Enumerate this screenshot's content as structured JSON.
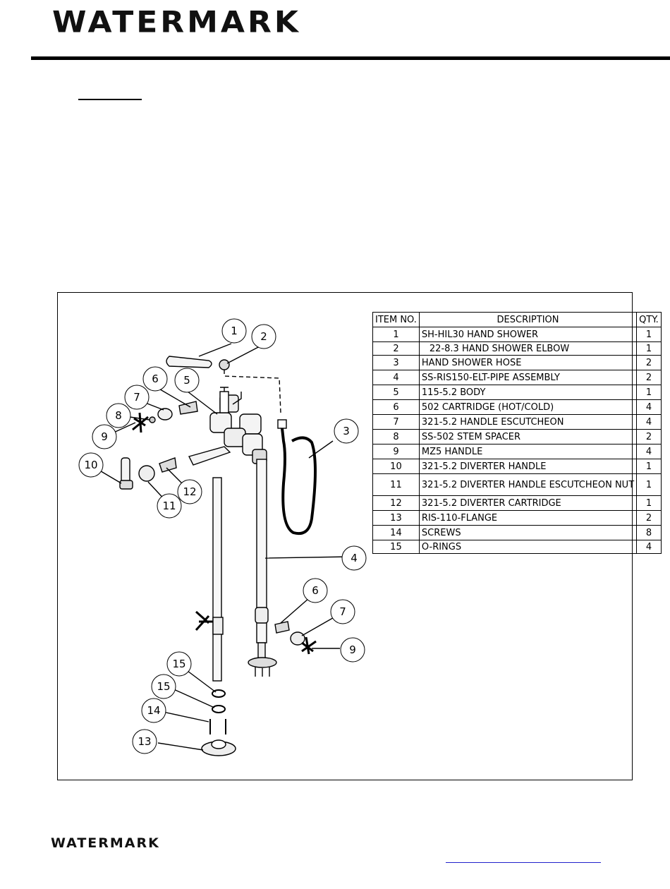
{
  "brand": {
    "name_top": "WATERMARK",
    "name_bottom": "WATERMARK"
  },
  "parts_table": {
    "headers": {
      "item": "ITEM NO.",
      "description": "DESCRIPTION",
      "qty": "QTY."
    },
    "rows": [
      {
        "item": "1",
        "description": "SH-HIL30 HAND SHOWER",
        "qty": "1"
      },
      {
        "item": "2",
        "description": "22-8.3 HAND SHOWER ELBOW",
        "qty": "1"
      },
      {
        "item": "3",
        "description": "HAND SHOWER HOSE",
        "qty": "2"
      },
      {
        "item": "4",
        "description": "SS-RIS150-ELT-PIPE ASSEMBLY",
        "qty": "2"
      },
      {
        "item": "5",
        "description": "115-5.2 BODY",
        "qty": "1"
      },
      {
        "item": "6",
        "description": "502 CARTRIDGE (HOT/COLD)",
        "qty": "4"
      },
      {
        "item": "7",
        "description": "321-5.2 HANDLE ESCUTCHEON",
        "qty": "4"
      },
      {
        "item": "8",
        "description": "SS-502 STEM SPACER",
        "qty": "2"
      },
      {
        "item": "9",
        "description": "MZ5 HANDLE",
        "qty": "4"
      },
      {
        "item": "10",
        "description": "321-5.2 DIVERTER HANDLE",
        "qty": "1"
      },
      {
        "item": "11",
        "description": "321-5.2 DIVERTER HANDLE ESCUTCHEON NUT",
        "qty": "1"
      },
      {
        "item": "12",
        "description": "321-5.2 DIVERTER CARTRIDGE",
        "qty": "1"
      },
      {
        "item": "13",
        "description": "RIS-110-FLANGE",
        "qty": "2"
      },
      {
        "item": "14",
        "description": "SCREWS",
        "qty": "8"
      },
      {
        "item": "15",
        "description": "O-RINGS",
        "qty": "4"
      }
    ]
  },
  "callouts": [
    "1",
    "2",
    "3",
    "4",
    "5",
    "6",
    "7",
    "8",
    "9",
    "10",
    "11",
    "12",
    "13",
    "14",
    "15"
  ]
}
